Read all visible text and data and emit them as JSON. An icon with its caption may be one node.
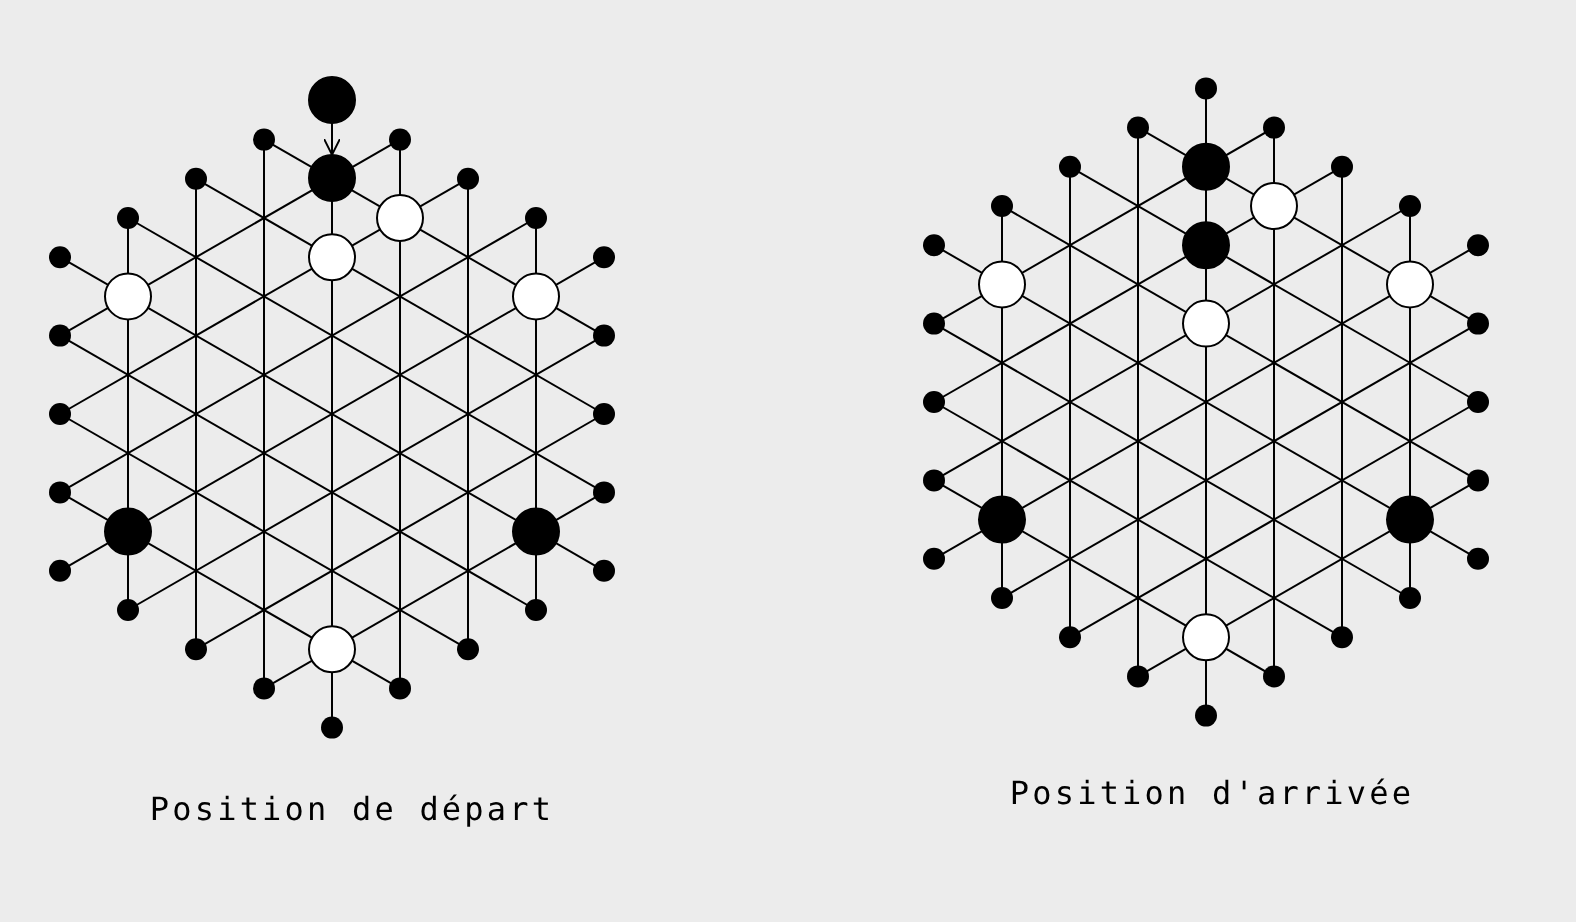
{
  "diagram": {
    "nodes": [
      {
        "text": [],
        "shape": "circle"
      },
      {
        "text": [],
        "shape": "circle"
      }
    ],
    "edges": [
      {
        "from": 0,
        "to": 1,
        "arrow": "to"
      }
    ],
    "labels": [
      "Position de départ",
      "Position d'arrivée"
    ]
  }
}
